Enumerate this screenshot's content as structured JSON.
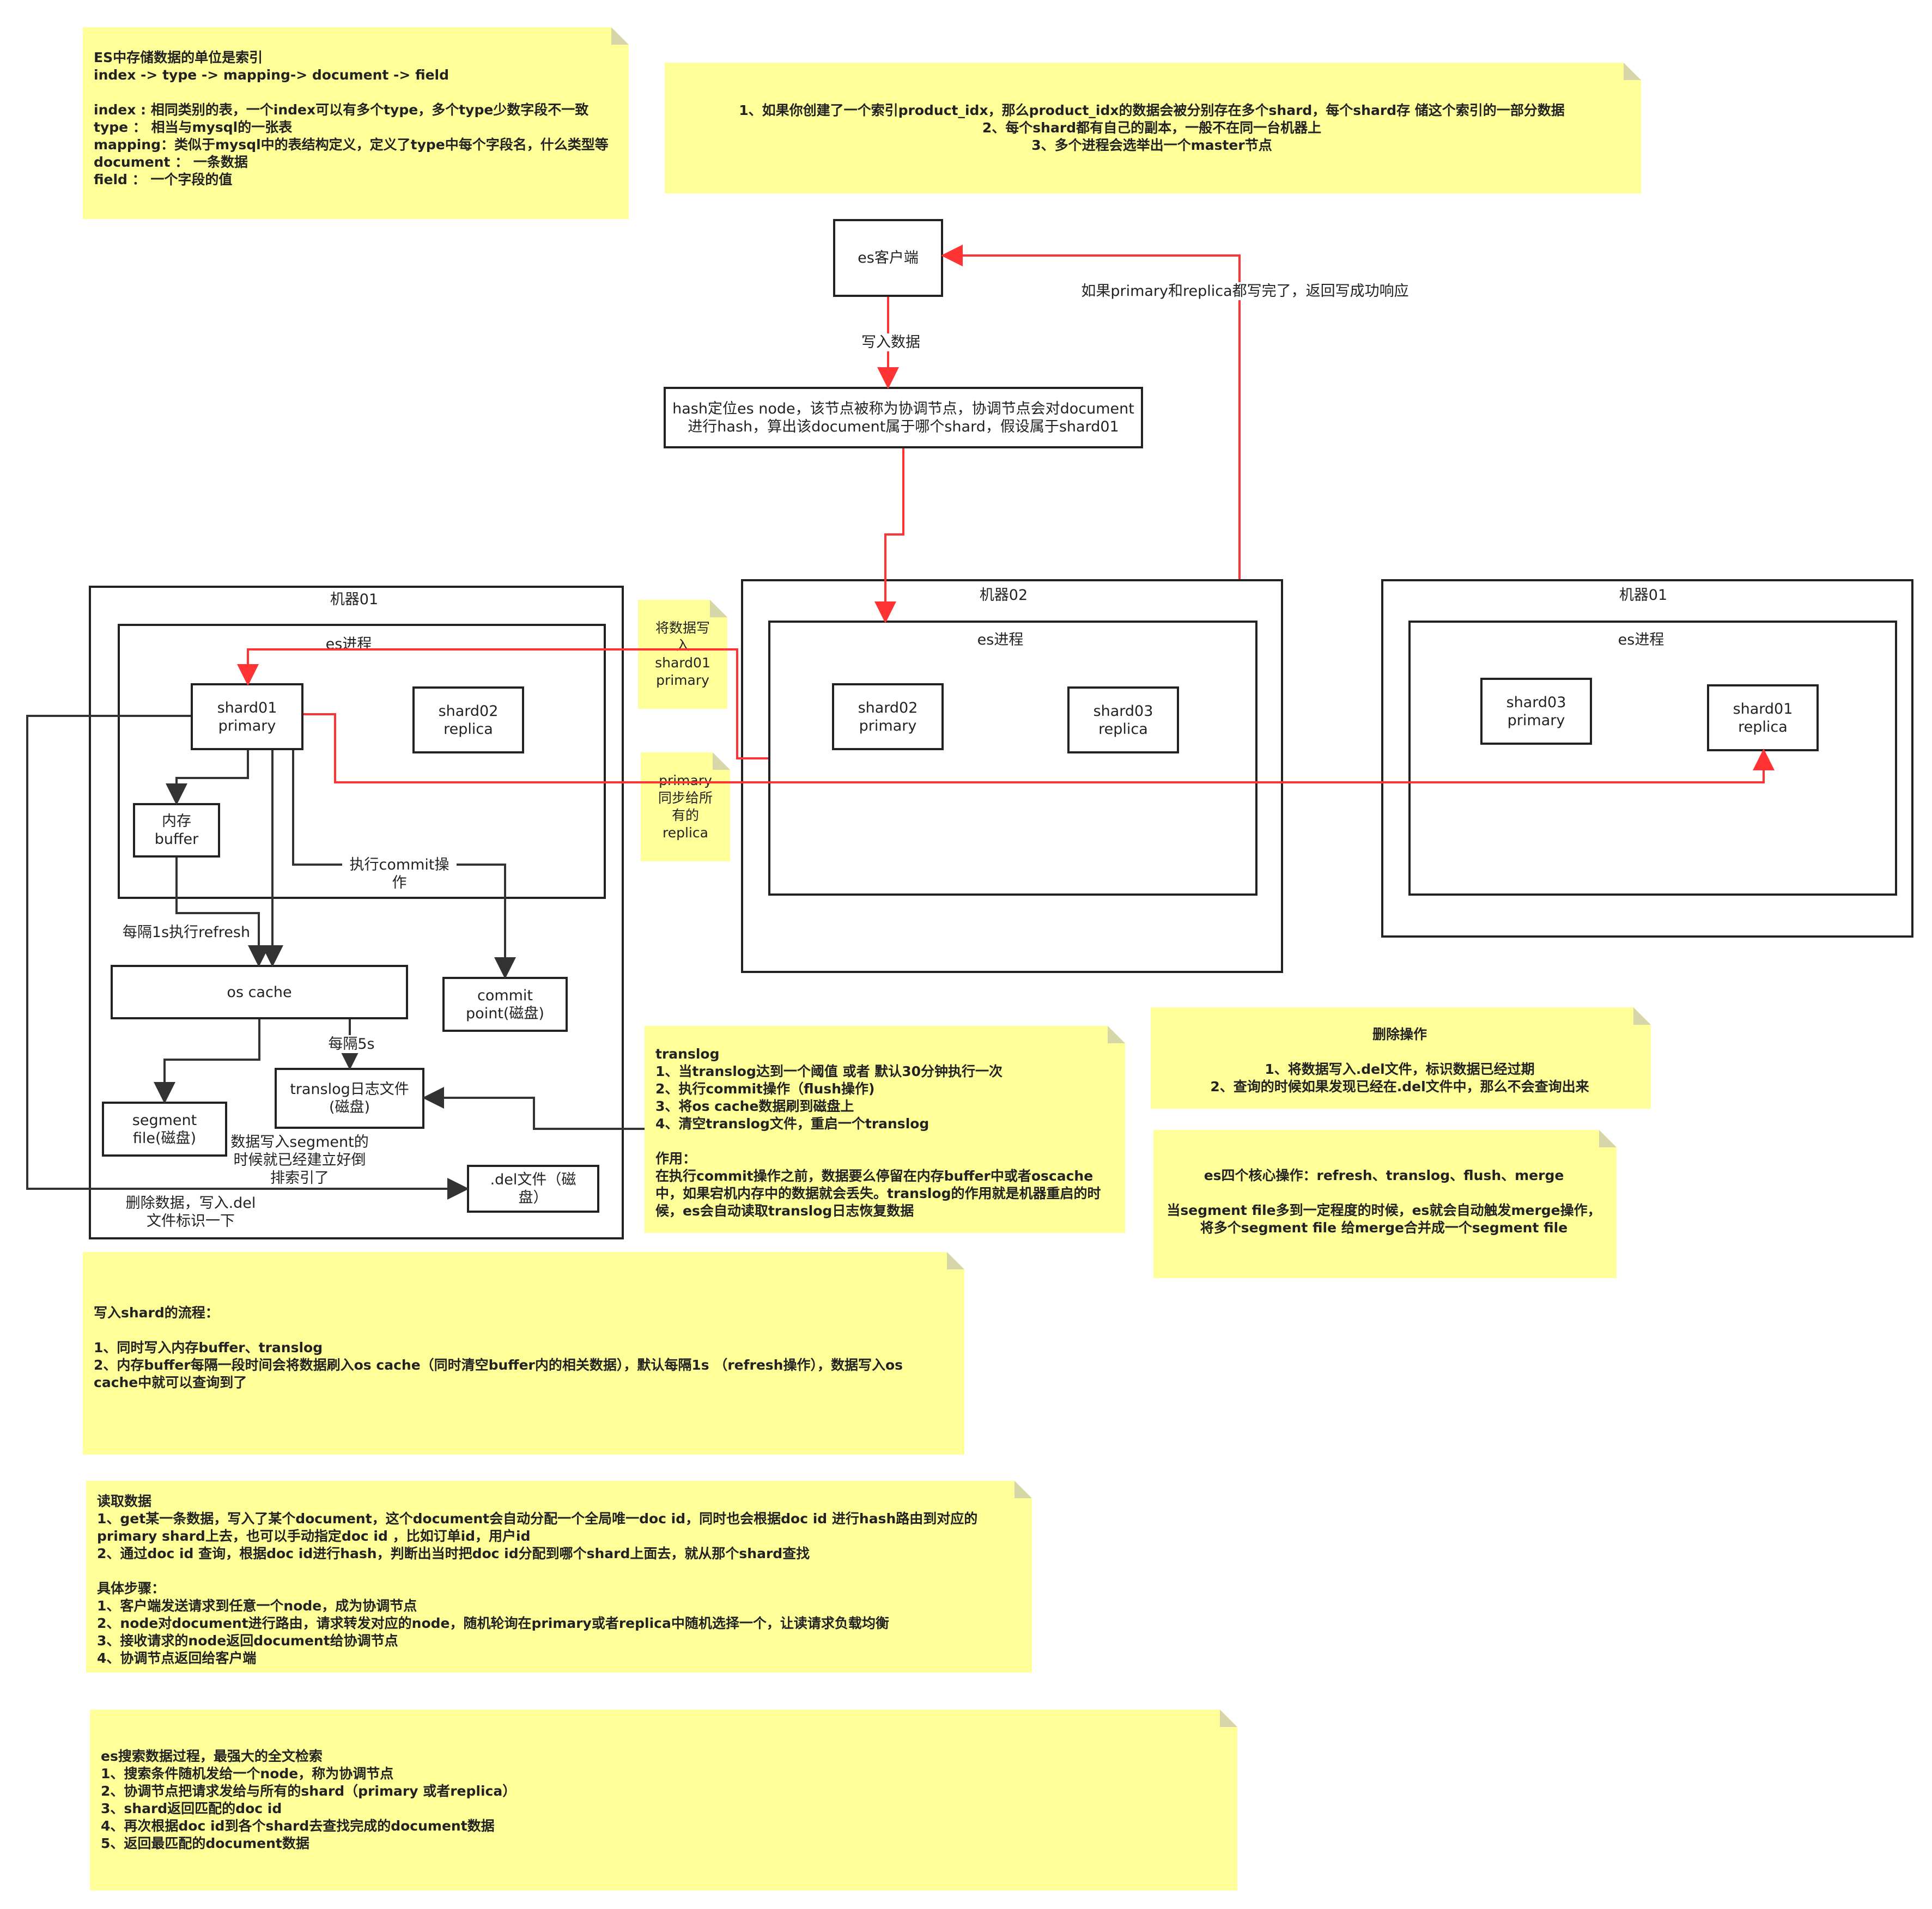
{
  "notes": {
    "es_structure": "ES中存储数据的单位是索引\nindex -> type -> mapping-> document -> field\n\nindex : 相同类别的表，一个index可以有多个type，多个type少数字段不一致\ntype ： 相当与mysql的一张表\nmapping：类似于mysql中的表结构定义，定义了type中每个字段名，什么类型等\ndocument ： 一条数据\nfield ： 一个字段的值",
    "shard_intro": "1、如果你创建了一个索引product_idx，那么product_idx的数据会被分别存在多个shard，每个shard存 储这个索引的一部分数据\n2、每个shard都有自己的副本，一般不在同一台机器上\n3、多个进程会选举出一个master节点",
    "write_to_primary": "将数据写\n入\nshard01\nprimary",
    "sync_replica": "primary\n同步给所\n有的\nreplica",
    "translog": "translog\n1、当translog达到一个阈值 或者 默认30分钟执行一次\n2、执行commit操作（flush操作)\n3、将os cache数据刷到磁盘上\n4、清空translog文件，重启一个translog\n\n作用：\n在执行commit操作之前，数据要么停留在内存buffer中或者oscache中，如果宕机内存中的数据就会丢失。translog的作用就是机器重启的时候，es会自动读取translog日志恢复数据",
    "delete_op": "删除操作\n\n1、将数据写入.del文件，标识数据已经过期\n2、查询的时候如果发现已经在.del文件中，那么不会查询出来",
    "core_ops": "es四个核心操作：refresh、translog、flush、merge\n\n当segment file多到一定程度的时候，es就会自动触发merge操作，将多个segment file 给merge合并成一个segment file",
    "write_flow": "写入shard的流程：\n\n1、同时写入内存buffer、translog\n2、内存buffer每隔一段时间会将数据刷入os cache（同时清空buffer内的相关数据），默认每隔1s （refresh操作），数据写入os cache中就可以查询到了",
    "read_data": "读取数据\n1、get某一条数据，写入了某个document，这个document会自动分配一个全局唯一doc id，同时也会根据doc id 进行hash路由到对应的primary shard上去，也可以手动指定doc id ，比如订单id，用户id\n2、通过doc id 查询，根据doc id进行hash，判断出当时把doc id分配到哪个shard上面去，就从那个shard查找\n\n具体步骤：\n1、客户端发送请求到任意一个node，成为协调节点\n2、node对document进行路由，请求转发对应的node，随机轮询在primary或者replica中随机选择一个，让读请求负载均衡\n3、接收请求的node返回document给协调节点\n4、协调节点返回给客户端",
    "search": "es搜索数据过程，最强大的全文检索\n1、搜索条件随机发给一个node，称为协调节点\n2、协调节点把请求发给与所有的shard（primary 或者replica）\n3、shard返回匹配的doc id\n4、再次根据doc id到各个shard去查找完成的document数据\n5、返回最匹配的document数据"
  },
  "nodes": {
    "client": "es客户端",
    "hash_node": "hash定位es node，该节点被称为协调节点，协调节点会对document进行hash，算出该document属于哪个shard，假设属于shard01",
    "m1_shard01_primary": "shard01\nprimary",
    "m1_shard02_replica": "shard02\nreplica",
    "mem_buffer": "内存\nbuffer",
    "os_cache": "os cache",
    "commit_point": "commit\npoint(磁盘)",
    "translog_file": "translog日志文件\n(磁盘)",
    "segment_file": "segment\nfile(磁盘)",
    "del_file": ".del文件（磁\n盘）",
    "m2_shard02_primary": "shard02\nprimary",
    "m2_shard03_replica": "shard03\nreplica",
    "m3_shard03_primary": "shard03\nprimary",
    "m3_shard01_replica": "shard01\nreplica"
  },
  "containers": {
    "machine1": "机器01",
    "machine1_proc": "es进程",
    "machine2": "机器02",
    "machine2_proc": "es进程",
    "machine3": "机器01",
    "machine3_proc": "es进程"
  },
  "edge_labels": {
    "write_data": "写入数据",
    "ack": "如果primary和replica都写完了，返回写成功响应",
    "commit_op": "执行commit操作",
    "refresh": "每隔1s执行refresh",
    "every5s": "每隔5s",
    "segment_index": "数据写入segment的\n时候就已经建立好倒\n排索引了",
    "delete_data": "删除数据，写入.del\n文件标识一下"
  },
  "colors": {
    "note_bg": "#ffff99",
    "red_edge": "#ff3333",
    "black_edge": "#333333"
  }
}
